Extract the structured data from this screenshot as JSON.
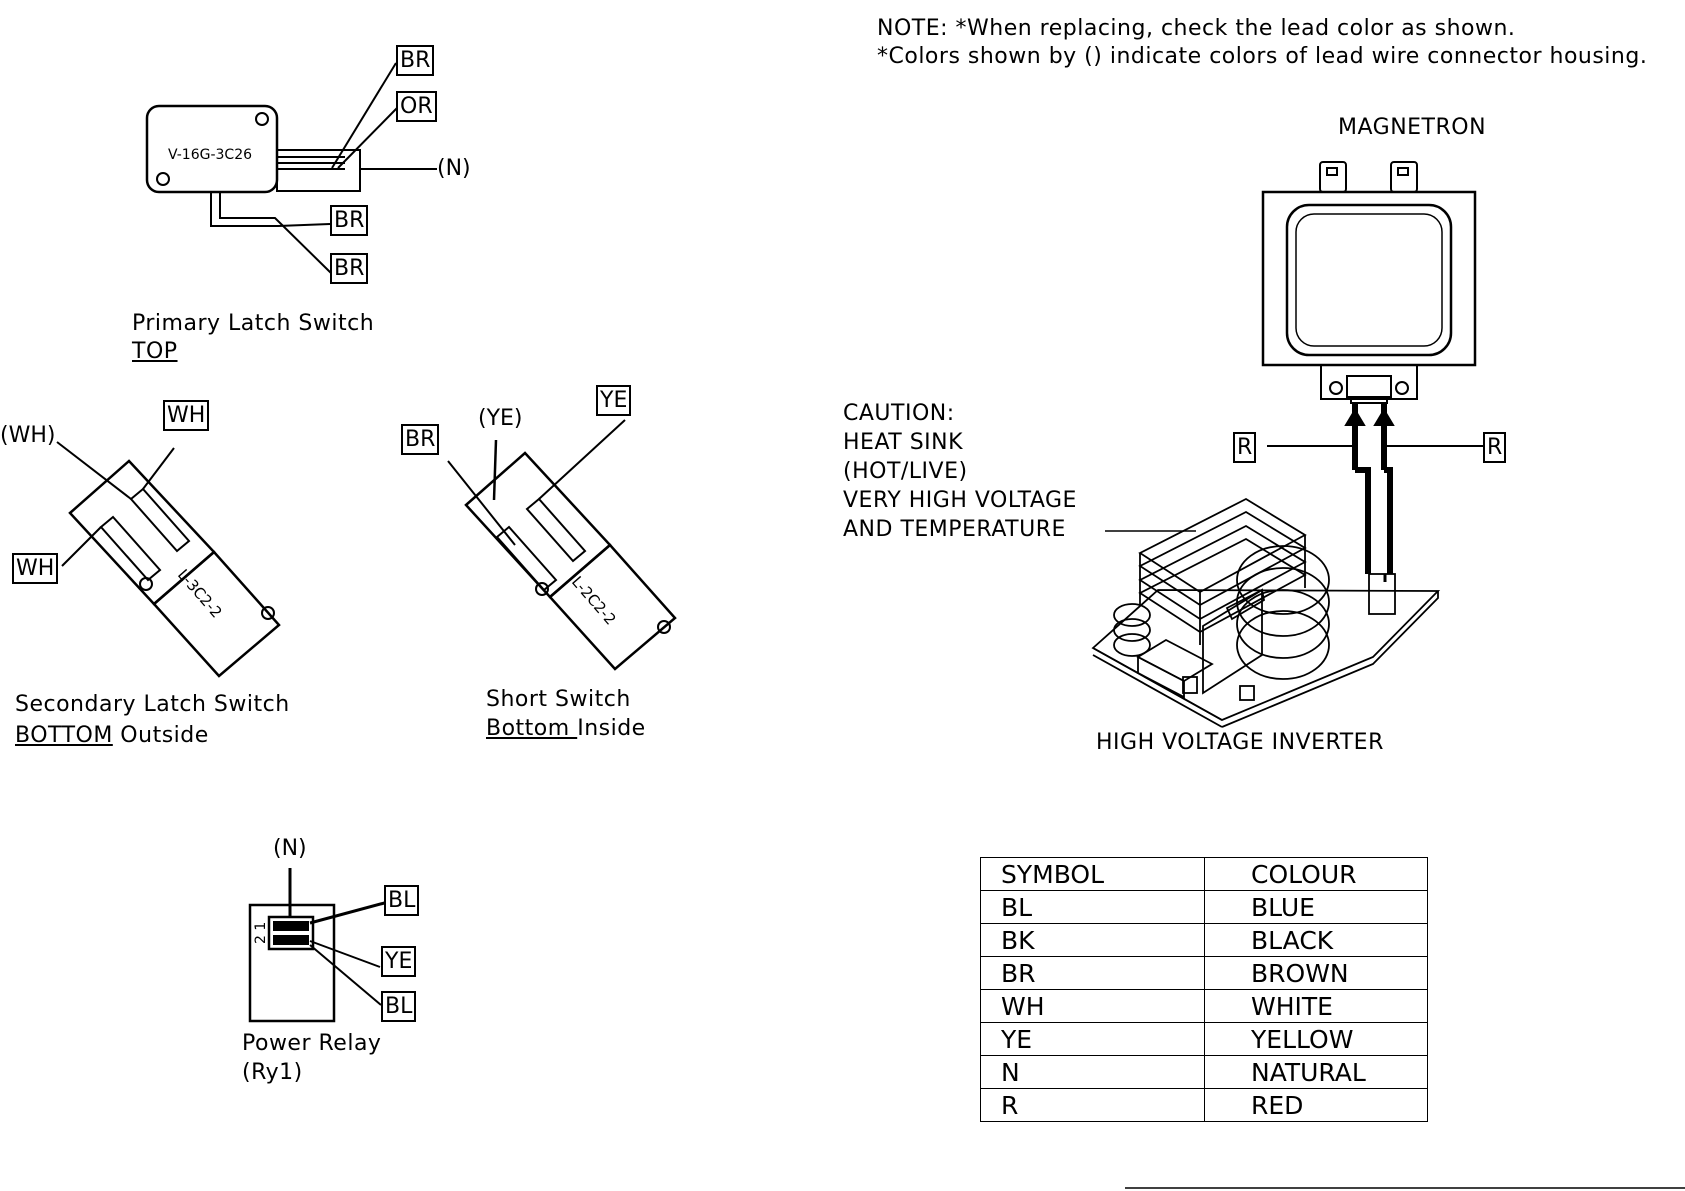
{
  "note": {
    "line1": "NOTE: *When replacing, check the lead color as shown.",
    "line2": "*Colors shown by () indicate colors of lead wire connector housing."
  },
  "primary_latch": {
    "model": "V-16G-3C26",
    "tags": [
      "BR",
      "OR",
      "BR",
      "BR"
    ],
    "natural": "(N)",
    "title": "Primary Latch Switch",
    "position": "TOP"
  },
  "secondary_latch": {
    "model": "L-3C2-2",
    "paren": "(WH)",
    "tags": [
      "WH",
      "WH"
    ],
    "title": "Secondary Latch Switch",
    "pos_underlined": "BOTTOM",
    "pos_rest": " Outside"
  },
  "short_switch": {
    "model": "L-2C2-2",
    "paren": "(YE)",
    "tags": [
      "BR",
      "YE"
    ],
    "title": "Short Switch",
    "pos_underlined": "Bottom ",
    "pos_rest": "Inside"
  },
  "power_relay": {
    "natural": "(N)",
    "pins": "2 1",
    "tags": [
      "BL",
      "YE",
      "BL"
    ],
    "title": "Power Relay",
    "id": "(Ry1)"
  },
  "magnetron": {
    "title": "MAGNETRON",
    "tags": [
      "R",
      "R"
    ]
  },
  "caution": {
    "lines": [
      "CAUTION:",
      "HEAT SINK",
      "(HOT/LIVE)",
      "VERY HIGH VOLTAGE",
      "AND TEMPERATURE"
    ]
  },
  "inverter": {
    "title": "HIGH VOLTAGE INVERTER"
  },
  "legend": {
    "header": [
      "SYMBOL",
      "COLOUR"
    ],
    "rows": [
      [
        "BL",
        "BLUE"
      ],
      [
        "BK",
        "BLACK"
      ],
      [
        "BR",
        "BROWN"
      ],
      [
        "WH",
        "WHITE"
      ],
      [
        "YE",
        "YELLOW"
      ],
      [
        "N",
        "NATURAL"
      ],
      [
        "R",
        "RED"
      ]
    ]
  }
}
